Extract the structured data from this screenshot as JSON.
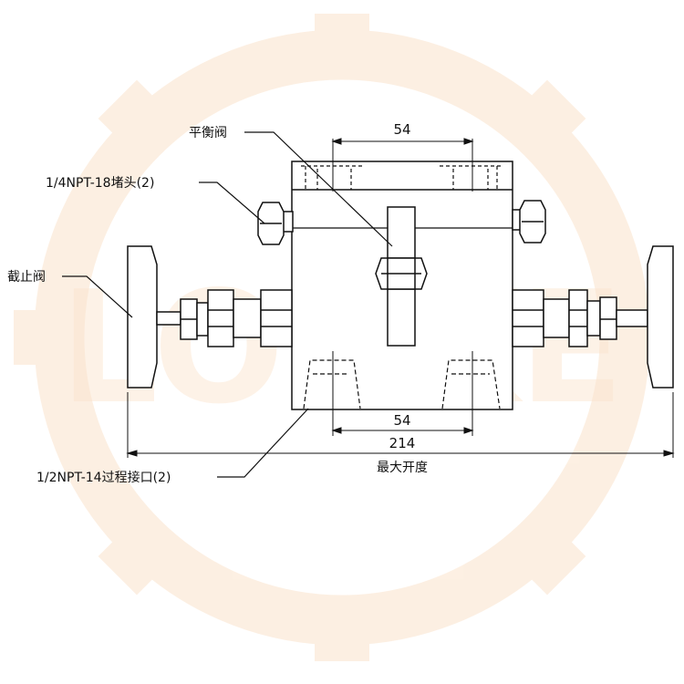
{
  "watermark": {
    "text": "LOCKE",
    "color": "#fbe3cc"
  },
  "labels": {
    "balance_valve": "平衡阀",
    "plug": "1/4NPT-18堵头(2)",
    "stop_valve": "截止阀",
    "process_port": "1/2NPT-14过程接口(2)"
  },
  "dimensions": {
    "top_spacing": "54",
    "bottom_spacing": "54",
    "overall_width": "214",
    "max_opening": "最大开度"
  },
  "colors": {
    "line": "#111111",
    "fill": "#ffffff"
  }
}
